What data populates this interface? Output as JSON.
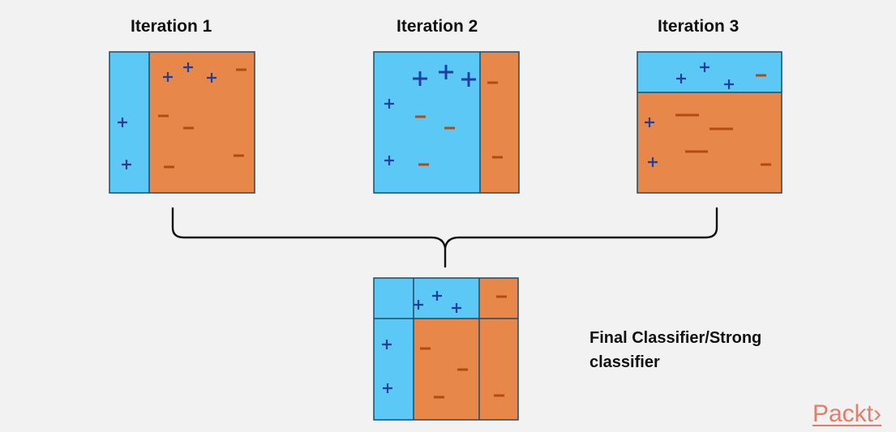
{
  "iterations": [
    {
      "title": "Iteration 1"
    },
    {
      "title": "Iteration 2"
    },
    {
      "title": "Iteration 3"
    }
  ],
  "final_caption": {
    "line1": "Final Classifier/Strong",
    "line2": "classifier"
  },
  "brand": "Packt›",
  "colors": {
    "positive_region": "#5bc8f5",
    "negative_region": "#e8874a",
    "plus_mark": "#1f3f9e",
    "minus_mark": "#b24a12",
    "brand": "#e37d6a"
  }
}
